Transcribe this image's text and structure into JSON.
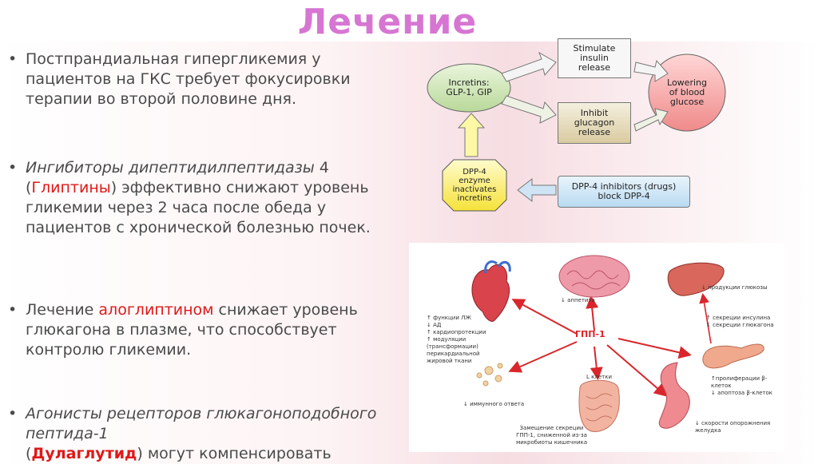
{
  "title": "Лечение",
  "bullets": [
    {
      "text": "Постпрандиальная гипергликемия у пациентов на ГКС требует фокусировки терапии во второй половине дня."
    },
    {
      "p1": "Ингибиторы дипептидилпептидазы",
      "p2": " 4 (",
      "p3": "Глиптины",
      "p4": ") эффективно снижают уровень гликемии через 2 часа после обеда у пациентов с хронической болезнью почек."
    },
    {
      "p1": "Лечение ",
      "p2": "алоглиптином",
      "p3": " снижает уровень глюкагона в плазме, что способствует контролю гликемии."
    },
    {
      "p1": "Агонисты рецепторов глюкагоноподобного пептида-1",
      "p2": "(",
      "p3": "Дулаглутид",
      "p4": ") могут компенсировать"
    }
  ],
  "bullet_symbol": "•",
  "diagram1": {
    "incretins": "Incretins:\nGLP-1, GIP",
    "stimulate": "Stimulate\ninsulin\nrelease",
    "inhibit": "Inhibit\nglucagon\nrelease",
    "lowering": "Lowering\nof blood\nglucose",
    "dpp4": "DPP-4\nenzyme\ninactivates\nincretins",
    "inhibitors": "DPP-4 inhibitors (drugs)\nblock DPP-4"
  },
  "diagram2": {
    "center": "ГПП-1",
    "appetite": "↓ аппетита",
    "heart": "↑ функции ЛЖ\n↓ АД\n↑ кардиопротекции\n↑ модуляции\n(трансформации)\nперикардиальной\nжировой ткани",
    "liver": "↓ продукции глюкозы",
    "pancreas_hormones": "↑ секреции инсулина\n↓ секреции глюкагона",
    "immune": "↓ иммунного ответа",
    "lcells": "L клетки",
    "microbiota": "Замещение секреции\nГПП-1, сниженной из-за\nмикробиоты кишечника",
    "beta": "↑пролиферации β-\nклеток\n↓ апоптоза β-клеток",
    "stomach": "↓ скорости опорожнения\nжелудка"
  },
  "colors": {
    "title": "#d776d2",
    "text": "#4a4a4a",
    "accent": "#e01818",
    "arrow": "#d9262c"
  }
}
